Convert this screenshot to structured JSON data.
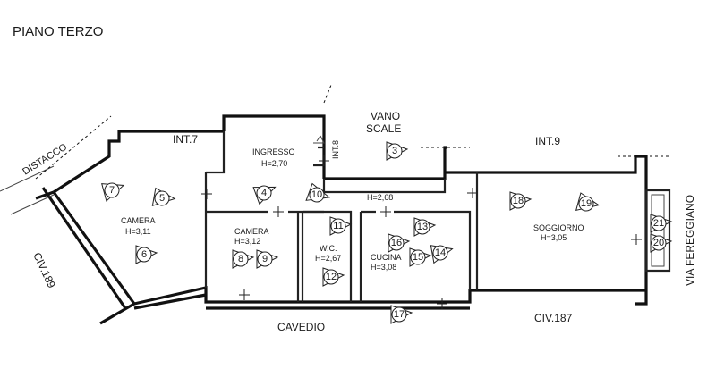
{
  "title": "PIANO TERZO",
  "outside_labels": {
    "distacco": "DISTACCO",
    "int7": "INT.7",
    "vano_scale_line1": "VANO",
    "vano_scale_line2": "SCALE",
    "int8": "INT.8",
    "int9": "INT.9",
    "civ189": "CIV.189",
    "civ187": "CIV.187",
    "cavedio": "CAVEDIO",
    "via": "VIA FEREGGIANO"
  },
  "rooms": {
    "ingresso": {
      "name": "INGRESSO",
      "height": "H=2,70"
    },
    "camera_large": {
      "name": "CAMERA",
      "height": "H=3,11"
    },
    "camera_small": {
      "name": "CAMERA",
      "height": "H=3,12"
    },
    "wc": {
      "name": "W.C.",
      "height": "H=2,67"
    },
    "cucina": {
      "name": "CUCINA",
      "height": "H=3,08"
    },
    "soggiorno": {
      "name": "SOGGIORNO",
      "height": "H=3,05"
    },
    "corridor": {
      "height": "H=2,68"
    }
  },
  "markers": [
    {
      "id": "3",
      "shape": "triangle"
    },
    {
      "id": "4",
      "shape": "triangle"
    },
    {
      "id": "5",
      "shape": "triangle"
    },
    {
      "id": "6",
      "shape": "triangle"
    },
    {
      "id": "7",
      "shape": "triangle"
    },
    {
      "id": "8",
      "shape": "triangle"
    },
    {
      "id": "9",
      "shape": "triangle"
    },
    {
      "id": "10",
      "shape": "triangle"
    },
    {
      "id": "11",
      "shape": "triangle"
    },
    {
      "id": "12",
      "shape": "triangle"
    },
    {
      "id": "13",
      "shape": "triangle"
    },
    {
      "id": "14",
      "shape": "triangle"
    },
    {
      "id": "15",
      "shape": "triangle"
    },
    {
      "id": "16",
      "shape": "triangle"
    },
    {
      "id": "17",
      "shape": "triangle"
    },
    {
      "id": "18",
      "shape": "triangle"
    },
    {
      "id": "19",
      "shape": "triangle"
    },
    {
      "id": "20",
      "shape": "triangle"
    },
    {
      "id": "21",
      "shape": "triangle"
    }
  ]
}
